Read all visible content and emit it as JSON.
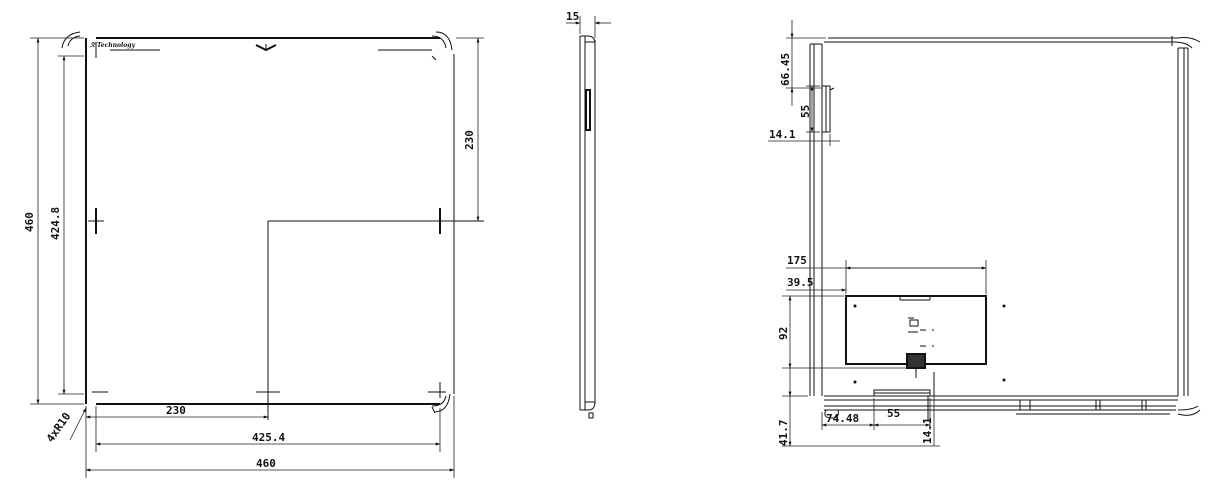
{
  "front_view": {
    "brand_text": "Technology",
    "brand_mark": "ℛ",
    "dims": {
      "height_total": "460",
      "height_inner": "424.8",
      "half_height": "230",
      "half_width": "230",
      "width_inner": "425.4",
      "width_total": "460",
      "corner_radius": "4xR10"
    }
  },
  "side_view": {
    "dims": {
      "thickness": "15"
    }
  },
  "back_view": {
    "dims": {
      "top_offset": "66.45",
      "tab_height": "55",
      "tab_width": "14.1",
      "box_width": "175",
      "box_left": "39.5",
      "box_height": "92",
      "bottom_offset": "41.7",
      "bottom_left": "74.48",
      "bottom_tab_width": "55",
      "bottom_tab_depth": "14.1"
    }
  }
}
